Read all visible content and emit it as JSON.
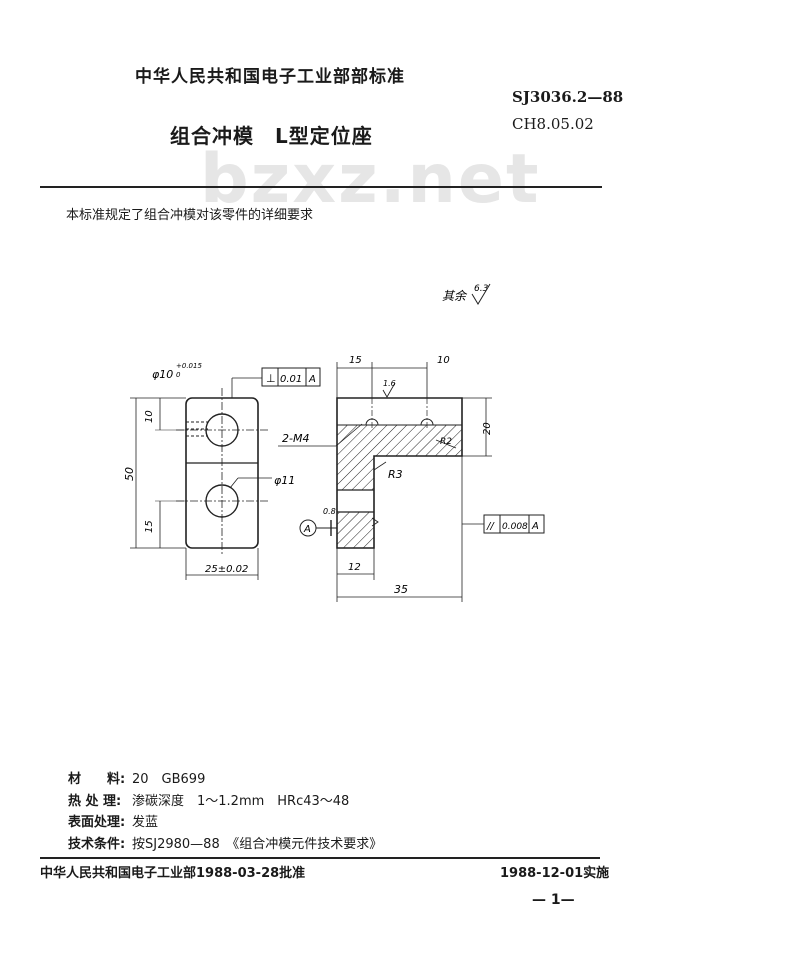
{
  "header": {
    "org": "中华人民共和国电子工业部部标准",
    "standard_no": "SJ3036.2—88",
    "class_no": "CH8.05.02",
    "title": "组合冲模　L型定位座",
    "watermark": "bzxz.net"
  },
  "intro": "本标准规定了组合冲模对该零件的详细要求",
  "drawing": {
    "surface_note": "其余",
    "surface_value": "6.3",
    "tol_perp_symbol": "⊥",
    "tol_perp_value": "0.01",
    "tol_perp_datum": "A",
    "hole_dia": "φ10",
    "hole_tol_upper": "+0.015",
    "hole_tol_lower": "0",
    "hole_dia_2": "φ11",
    "dim_top": "10",
    "dim_height": "50",
    "dim_bottom": "15",
    "dim_width": "25±0.02",
    "dim_15": "15",
    "dim_10": "10",
    "dim_20": "20",
    "thread": "2-M4",
    "radius_r2": "R2",
    "radius_r3": "R3",
    "dim_12": "12",
    "dim_35": "35",
    "datum_a": "A",
    "rough_small": "1.6",
    "rough_08": "0.8",
    "tol_par_symbol": "//",
    "tol_par_value": "0.008",
    "tol_par_datum": "A"
  },
  "specs": [
    {
      "label": "材　　料:",
      "value": "20　GB699"
    },
    {
      "label": "热 处 理:",
      "value": "渗碳深度　1～1.2mm　HRc43～48"
    },
    {
      "label": "表面处理:",
      "value": "发蓝"
    },
    {
      "label": "技术条件:",
      "value": "按SJ2980—88　《组合冲模元件技术要求》"
    }
  ],
  "footer": {
    "approved": "中华人民共和国电子工业部1988-03-28批准",
    "implemented": "1988-12-01实施",
    "page": "— 1—"
  }
}
